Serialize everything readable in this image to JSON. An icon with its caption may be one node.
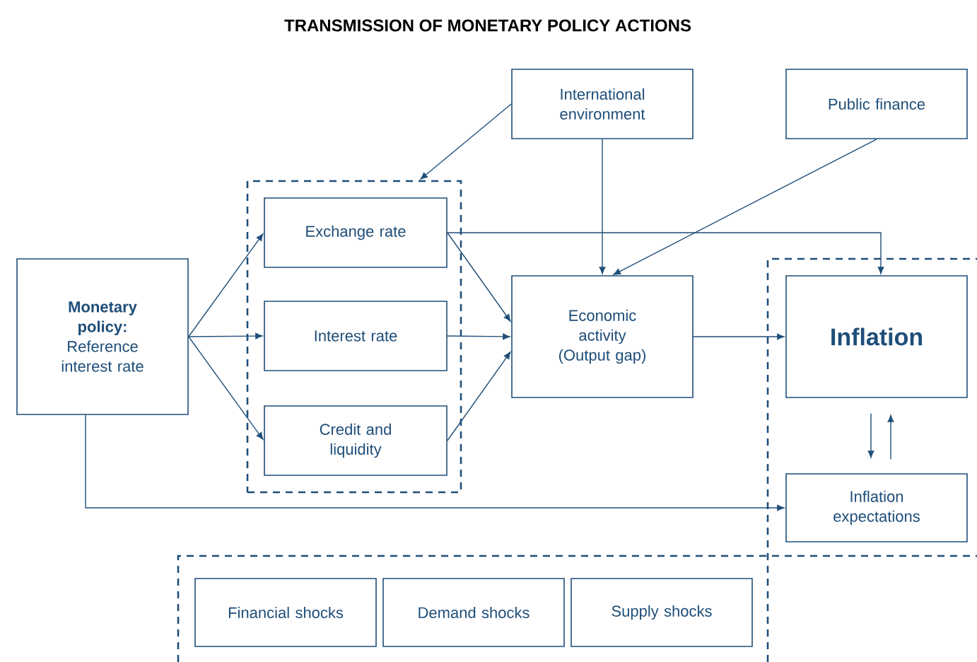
{
  "diagram": {
    "title": "TRANSMISSION OF MONETARY POLICY ACTIONS",
    "nodes": [
      {
        "text": [
          "**Monetary policy:** Reference interest rate"
        ]
      },
      {
        "text": [],
        "shape": "box"
      },
      {
        "text": [
          "Exchange rate"
        ],
        "in": 1
      },
      {
        "text": [
          "Interest rate"
        ],
        "in": 1
      },
      {
        "text": [
          "Credit and liquidity"
        ],
        "in": 1
      },
      {
        "text": [
          "International environment"
        ]
      },
      {
        "text": [
          "Public finance"
        ]
      },
      {
        "text": [
          "Economic activity (Output gap)"
        ]
      },
      {
        "text": [
          "Inflation"
        ]
      },
      {
        "text": [
          "Inflation expectations"
        ]
      },
      {
        "text": [
          "Financial shocks"
        ]
      },
      {
        "text": [
          "Demand shocks"
        ]
      },
      {
        "text": [
          "Supply shocks"
        ]
      }
    ],
    "edges": [
      {
        "from": 0,
        "to": 2,
        "arrow": "to"
      },
      {
        "from": 0,
        "to": 3,
        "arrow": "to"
      },
      {
        "from": 0,
        "to": 4,
        "arrow": "to"
      },
      {
        "from": 5,
        "to": 1,
        "arrow": "to"
      },
      {
        "from": 5,
        "to": 7,
        "arrow": "to"
      },
      {
        "from": 6,
        "to": 7,
        "arrow": "to"
      },
      {
        "from": 2,
        "to": 7,
        "arrow": "to"
      },
      {
        "from": 3,
        "to": 7,
        "arrow": "to"
      },
      {
        "from": 4,
        "to": 7,
        "arrow": "to"
      },
      {
        "from": 2,
        "to": 8,
        "arrow": "to"
      },
      {
        "from": 7,
        "to": 8,
        "arrow": "to"
      },
      {
        "from": 8,
        "to": 9,
        "arrow": "to"
      },
      {
        "from": 9,
        "to": 8,
        "arrow": "to"
      },
      {
        "from": 0,
        "to": 9,
        "arrow": "to"
      }
    ]
  }
}
